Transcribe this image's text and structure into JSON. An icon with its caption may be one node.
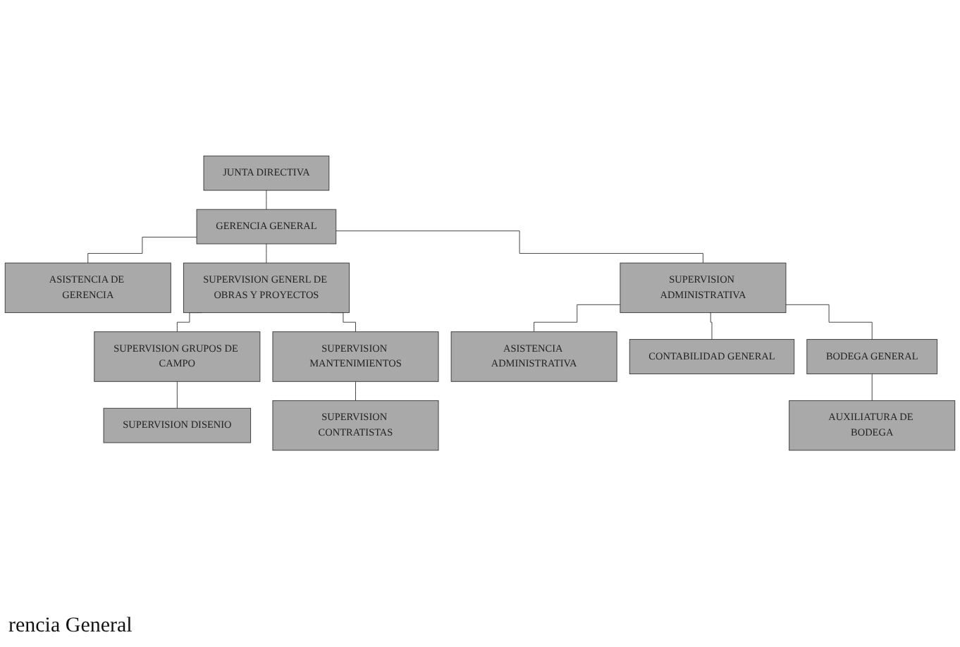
{
  "diagram": {
    "caption": "rencia General",
    "nodes": [
      {
        "text": [
          "JUNTA DIRECTIVA"
        ]
      },
      {
        "text": [
          "GERENCIA GENERAL"
        ]
      },
      {
        "text": [
          "ASISTENCIA DE GERENCIA"
        ]
      },
      {
        "text": [
          "SUPERVISION GENERL DE OBRAS Y PROYECTOS"
        ]
      },
      {
        "text": [
          "SUPERVISION ADMINISTRATIVA"
        ]
      },
      {
        "text": [
          "SUPERVISION GRUPOS DE CAMPO"
        ]
      },
      {
        "text": [
          "SUPERVISION MANTENIMIENTOS"
        ]
      },
      {
        "text": [
          "ASISTENCIA ADMINISTRATIVA"
        ]
      },
      {
        "text": [
          "CONTABILIDAD GENERAL"
        ]
      },
      {
        "text": [
          "SUPERVISION DISENIO"
        ]
      },
      {
        "text": [
          "SUPERVISION CONTRATISTAS"
        ]
      },
      {
        "text": [
          "BODEGA GENERAL"
        ]
      },
      {
        "text": [
          "AUXILIATURA DE BODEGA"
        ]
      }
    ],
    "edges": [
      {
        "from": 0,
        "to": 1,
        "arrow": "none"
      },
      {
        "from": 1,
        "to": 2,
        "arrow": "none"
      },
      {
        "from": 1,
        "to": 3,
        "arrow": "none"
      },
      {
        "from": 1,
        "to": 4,
        "arrow": "none"
      },
      {
        "from": 3,
        "to": 5,
        "arrow": "none"
      },
      {
        "from": 3,
        "to": 6,
        "arrow": "none"
      },
      {
        "from": 4,
        "to": 7,
        "arrow": "none"
      },
      {
        "from": 4,
        "to": 8,
        "arrow": "none"
      },
      {
        "from": 5,
        "to": 9,
        "arrow": "none"
      },
      {
        "from": 6,
        "to": 10,
        "arrow": "none"
      },
      {
        "from": 4,
        "to": 11,
        "arrow": "none"
      },
      {
        "from": 11,
        "to": 12,
        "arrow": "none"
      }
    ]
  }
}
